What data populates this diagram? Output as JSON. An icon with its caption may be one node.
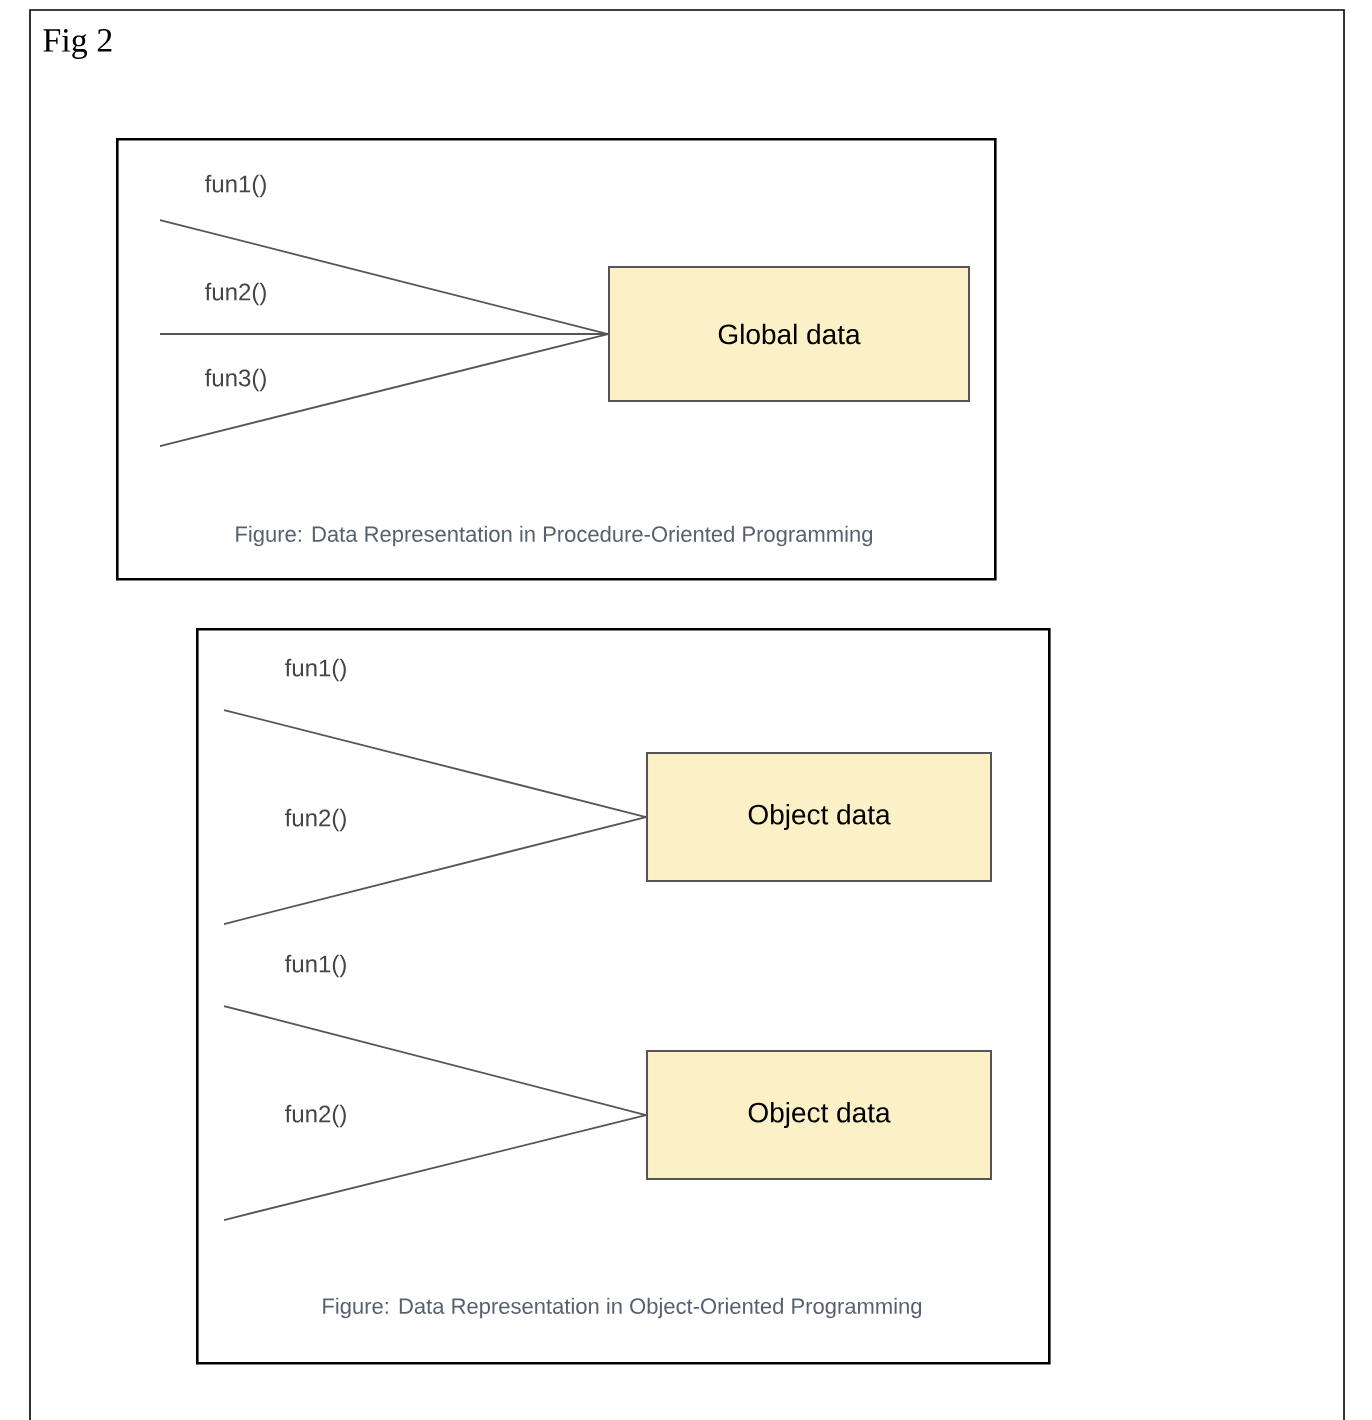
{
  "diagram": {
    "nodes": [
      {
        "text": [
          "Fig 2"
        ]
      },
      {
        "text": [
          "Figure: Data Representation in Procedure-Oriented Programming"
        ],
        "in": 0
      },
      {
        "text": [
          "Global data"
        ],
        "in": 1
      },
      {
        "text": [
          "Figure: Data Representation in Object-Oriented Programming"
        ],
        "in": 0
      },
      {
        "text": [
          "Object data"
        ],
        "in": 3
      },
      {
        "text": [
          "Object data"
        ],
        "in": 3
      }
    ],
    "edges": [
      {
        "from": null,
        "to": 2,
        "arrow": "none",
        "label": "fun1()"
      },
      {
        "from": null,
        "to": 2,
        "arrow": "none",
        "label": "fun2()"
      },
      {
        "from": null,
        "to": 2,
        "arrow": "none",
        "label": "fun3()"
      },
      {
        "from": null,
        "to": 4,
        "arrow": "none",
        "label": "fun1()"
      },
      {
        "from": null,
        "to": 4,
        "arrow": "none",
        "label": "fun2()"
      },
      {
        "from": null,
        "to": 5,
        "arrow": "none",
        "label": "fun1()"
      },
      {
        "from": null,
        "to": 5,
        "arrow": "none",
        "label": "fun2()"
      }
    ]
  }
}
